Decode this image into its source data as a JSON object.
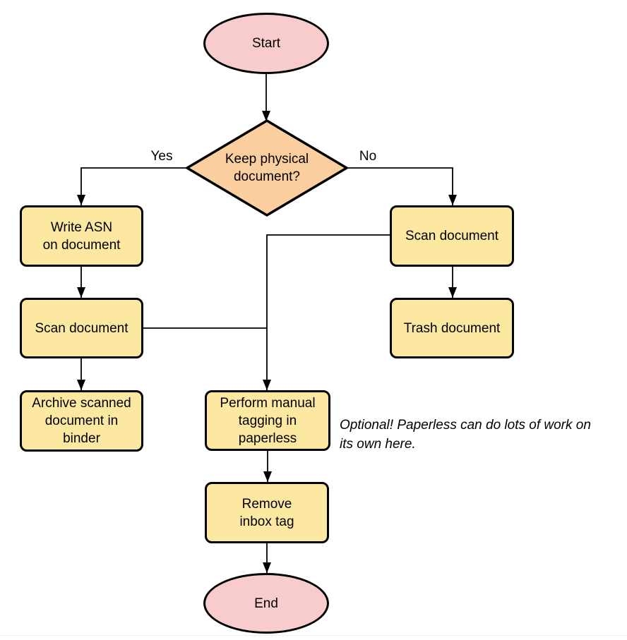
{
  "diagram": {
    "background": "#ffffff",
    "stroke_color": "#000000",
    "nodes": {
      "start": {
        "type": "terminator",
        "label": "Start",
        "fill": "#f8cccd"
      },
      "decision": {
        "type": "decision",
        "label": "Keep physical\ndocument?",
        "fill": "#fbce9f"
      },
      "write_asn": {
        "type": "process",
        "label": "Write ASN\non document",
        "fill": "#fce8a1"
      },
      "scan_left": {
        "type": "process",
        "label": "Scan document",
        "fill": "#fce8a1"
      },
      "archive": {
        "type": "process",
        "label": "Archive scanned\ndocument in\nbinder",
        "fill": "#fce8a1"
      },
      "scan_right": {
        "type": "process",
        "label": "Scan document",
        "fill": "#fce8a1"
      },
      "trash": {
        "type": "process",
        "label": "Trash document",
        "fill": "#fce8a1"
      },
      "tagging": {
        "type": "process",
        "label": "Perform manual\ntagging in\npaperless",
        "fill": "#fce8a1"
      },
      "remove_inbox": {
        "type": "process",
        "label": "Remove\ninbox tag",
        "fill": "#fce8a1"
      },
      "end": {
        "type": "terminator",
        "label": "End",
        "fill": "#f8cccd"
      }
    },
    "edge_labels": {
      "yes": "Yes",
      "no": "No"
    },
    "note": "Optional! Paperless can do lots of work on\nits own here."
  }
}
